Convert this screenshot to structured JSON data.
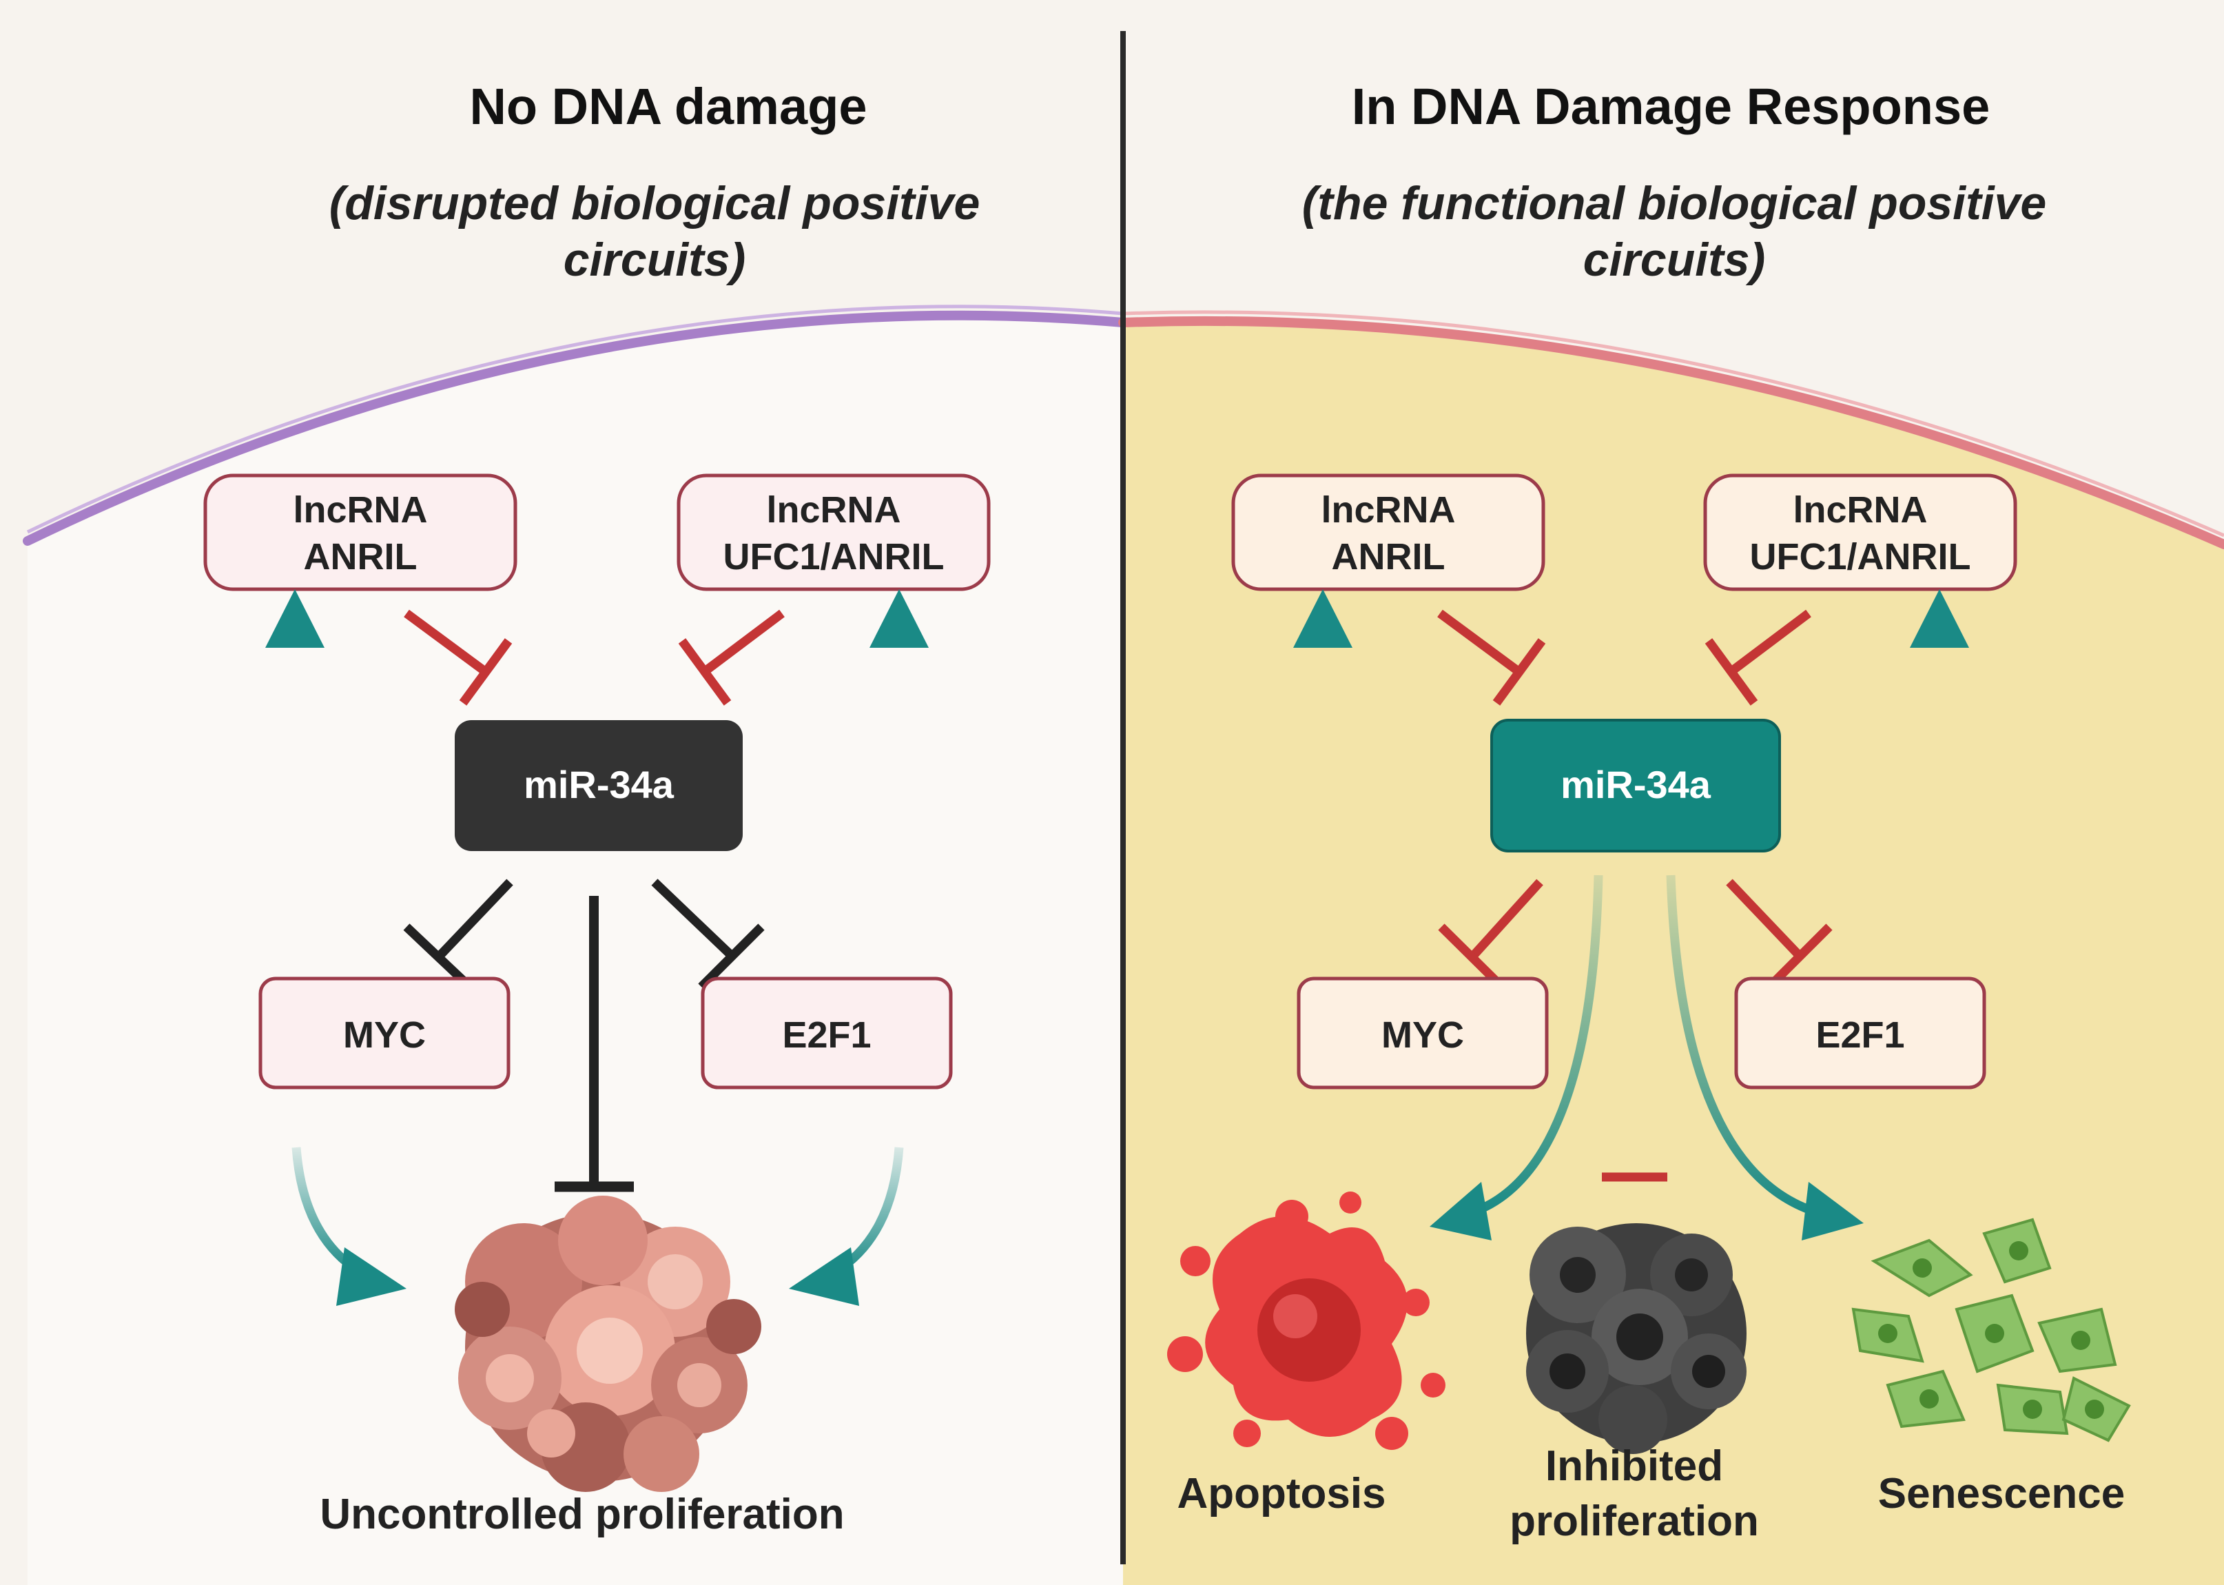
{
  "left_panel": {
    "title": "No DNA damage",
    "subtitle_line1": "(disrupted biological positive",
    "subtitle_line2": "circuits)",
    "node_anril_line1": "lncRNA",
    "node_anril_line2": "ANRIL",
    "node_ufc1_line1": "lncRNA",
    "node_ufc1_line2": "UFC1/ANRIL",
    "center_node": "miR-34a",
    "node_myc": "MYC",
    "node_e2f1": "E2F1",
    "outcome": "Uncontrolled proliferation"
  },
  "right_panel": {
    "title": "In DNA Damage Response",
    "subtitle_line1": "(the functional  biological positive",
    "subtitle_line2": "circuits)",
    "node_anril_line1": "lncRNA",
    "node_anril_line2": "ANRIL",
    "node_ufc1_line1": "lncRNA",
    "node_ufc1_line2": "UFC1/ANRIL",
    "center_node": "miR-34a",
    "node_myc": "MYC",
    "node_e2f1": "E2F1",
    "outcome_apoptosis": "Apoptosis",
    "outcome_inhibited_line1": "Inhibited",
    "outcome_inhibited_line2": "proliferation",
    "outcome_senescence": "Senescence"
  },
  "colors": {
    "left_background": "#fbf9f6",
    "right_background": "#f3e4a9",
    "left_membrane": "#a77fc8",
    "right_membrane": "#e07f86",
    "activation_arrow": "#1a8a86",
    "inhibition_red": "#c43535",
    "inhibition_black": "#222222",
    "left_center_node": "#333333",
    "right_center_node": "#13877f",
    "box_border": "#9c3b4a",
    "left_box_fill": "#fceff0",
    "right_box_fill": "#fdf0e2"
  },
  "icons": {
    "left_outcome_icon": "tumor-cell-cluster-icon",
    "apoptosis_icon": "apoptotic-cell-icon",
    "inhibited_icon": "dark-cell-cluster-icon",
    "senescence_icon": "senescent-cells-icon"
  }
}
